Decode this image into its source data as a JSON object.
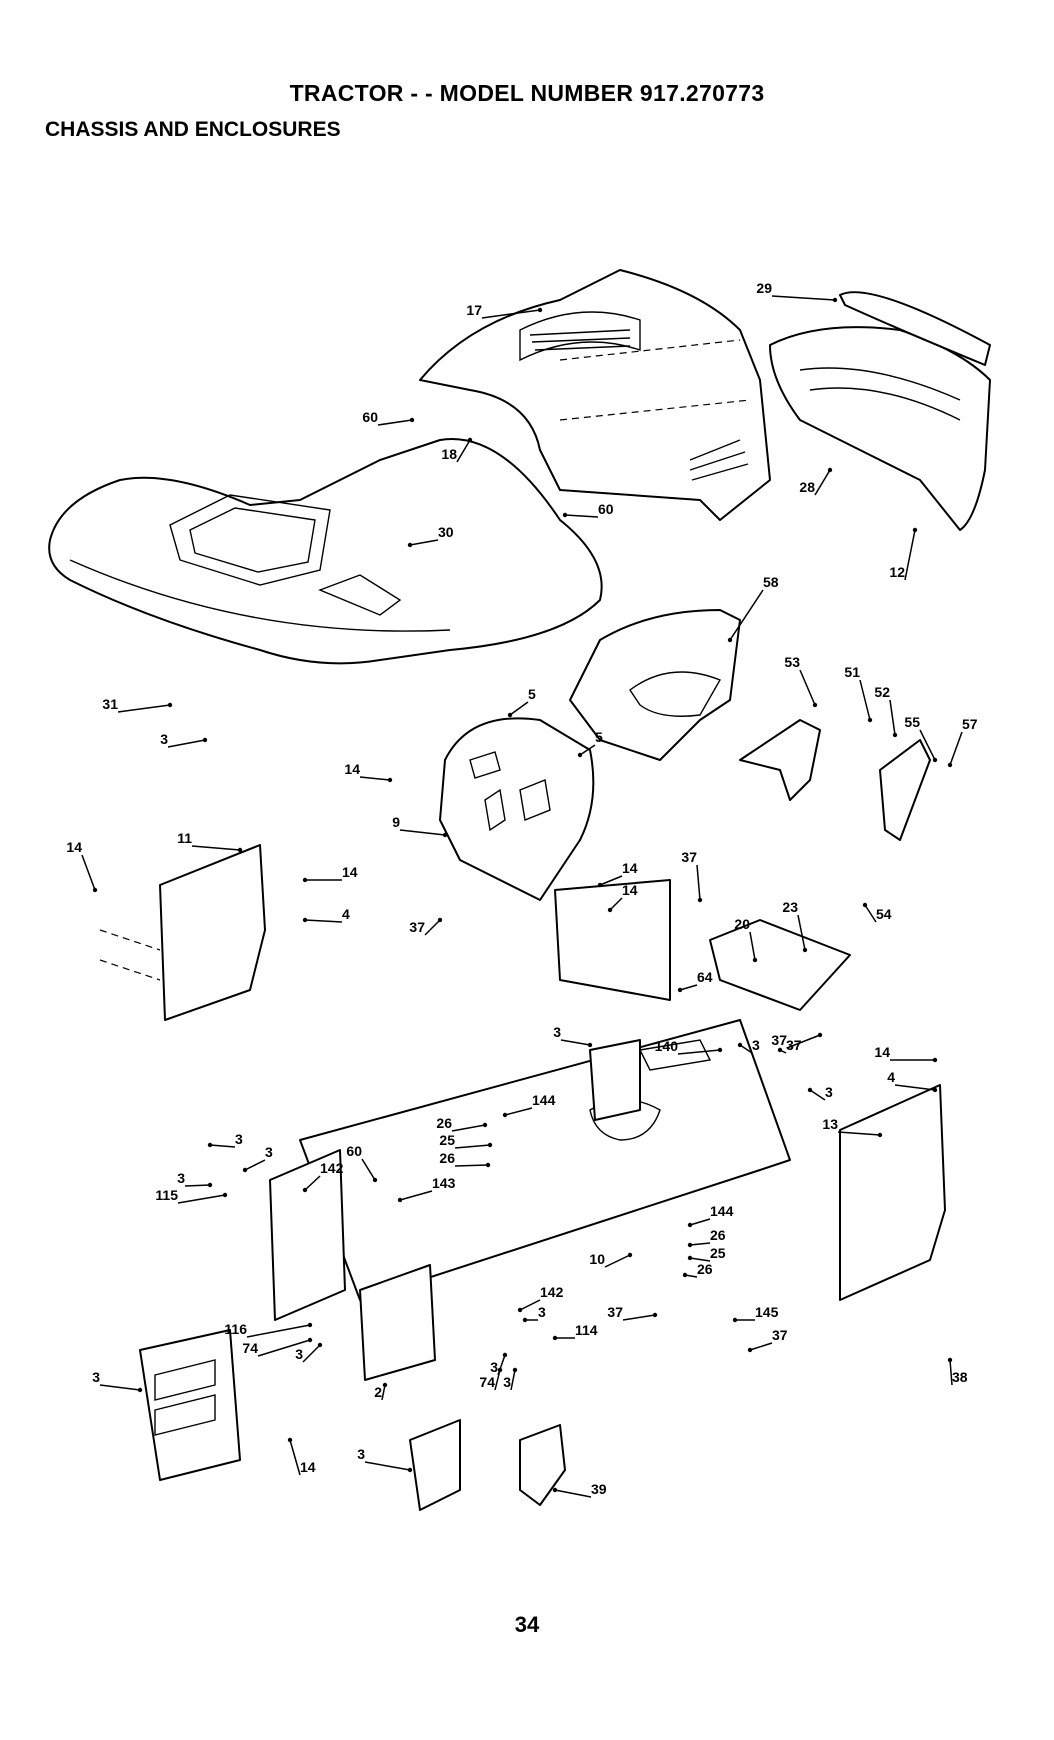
{
  "page": {
    "title": "TRACTOR - - MODEL NUMBER 917.270773",
    "subtitle": "CHASSIS AND ENCLOSURES",
    "page_number": "34"
  },
  "callouts": [
    "17",
    "29",
    "60",
    "18",
    "28",
    "60",
    "30",
    "12",
    "58",
    "31",
    "3",
    "5",
    "5",
    "53",
    "51",
    "52",
    "55",
    "57",
    "14",
    "9",
    "14",
    "11",
    "14",
    "4",
    "14",
    "37",
    "14",
    "37",
    "20",
    "23",
    "54",
    "64",
    "37",
    "3",
    "140",
    "3",
    "37",
    "14",
    "4",
    "144",
    "3",
    "26",
    "25",
    "26",
    "13",
    "3",
    "3",
    "60",
    "142",
    "3",
    "115",
    "143",
    "144",
    "26",
    "25",
    "26",
    "10",
    "142",
    "37",
    "145",
    "37",
    "3",
    "114",
    "116",
    "74",
    "3",
    "3",
    "3",
    "74",
    "2",
    "3",
    "14",
    "38",
    "3",
    "39"
  ]
}
